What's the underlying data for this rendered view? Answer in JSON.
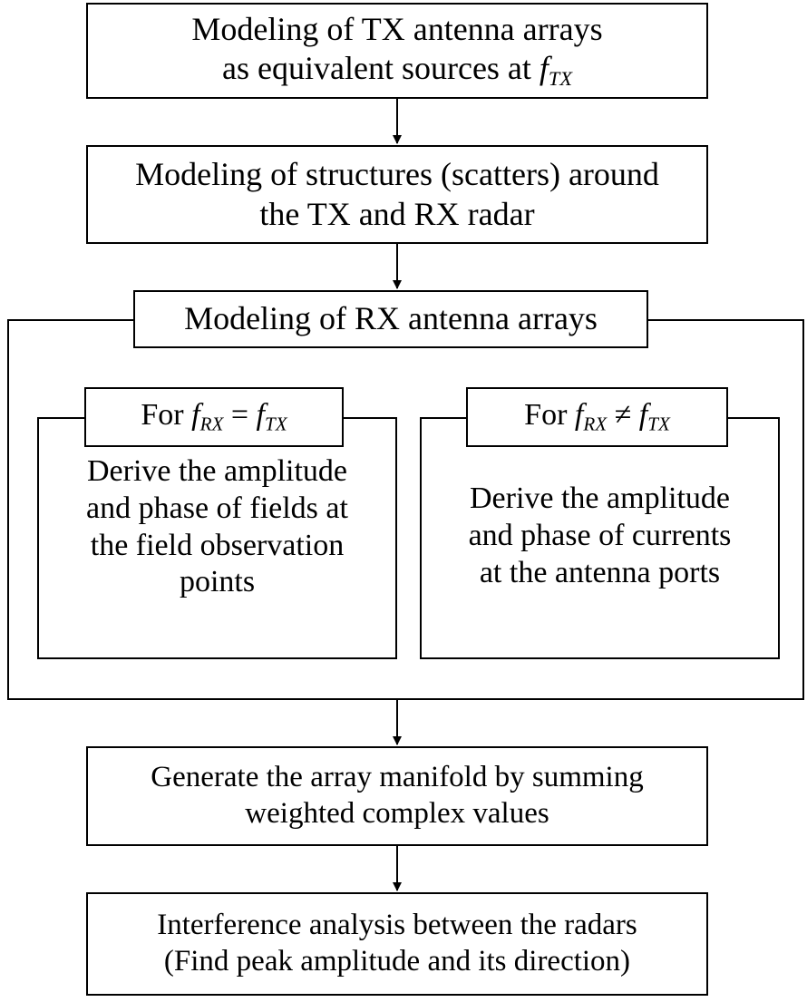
{
  "tx_model": {
    "line1": "Modeling of TX antenna arrays",
    "line2_prefix": "as equivalent sources at ",
    "f_tx": {
      "symbol": "f",
      "sub": "TX"
    }
  },
  "structure_model": {
    "line1": "Modeling of structures (scatters) around",
    "line2": "the TX and RX radar"
  },
  "rx_model": {
    "title": "Modeling of RX antenna arrays",
    "left": {
      "label_prefix": "For ",
      "f_rx": {
        "symbol": "f",
        "sub": "RX"
      },
      "relation": "=",
      "f_tx": {
        "symbol": "f",
        "sub": "TX"
      },
      "lines": [
        "Derive the amplitude",
        "and phase of fields at",
        "the field observation",
        "points"
      ]
    },
    "right": {
      "label_prefix": "For ",
      "f_rx": {
        "symbol": "f",
        "sub": "RX"
      },
      "relation": "≠",
      "f_tx": {
        "symbol": "f",
        "sub": "TX"
      },
      "lines": [
        "Derive the amplitude",
        "and phase of currents",
        "at the antenna ports"
      ]
    }
  },
  "manifold": {
    "line1": "Generate the array manifold by summing",
    "line2": "weighted complex values"
  },
  "interference": {
    "line1": "Interference analysis between the radars",
    "line2": "(Find peak amplitude and its direction)"
  }
}
